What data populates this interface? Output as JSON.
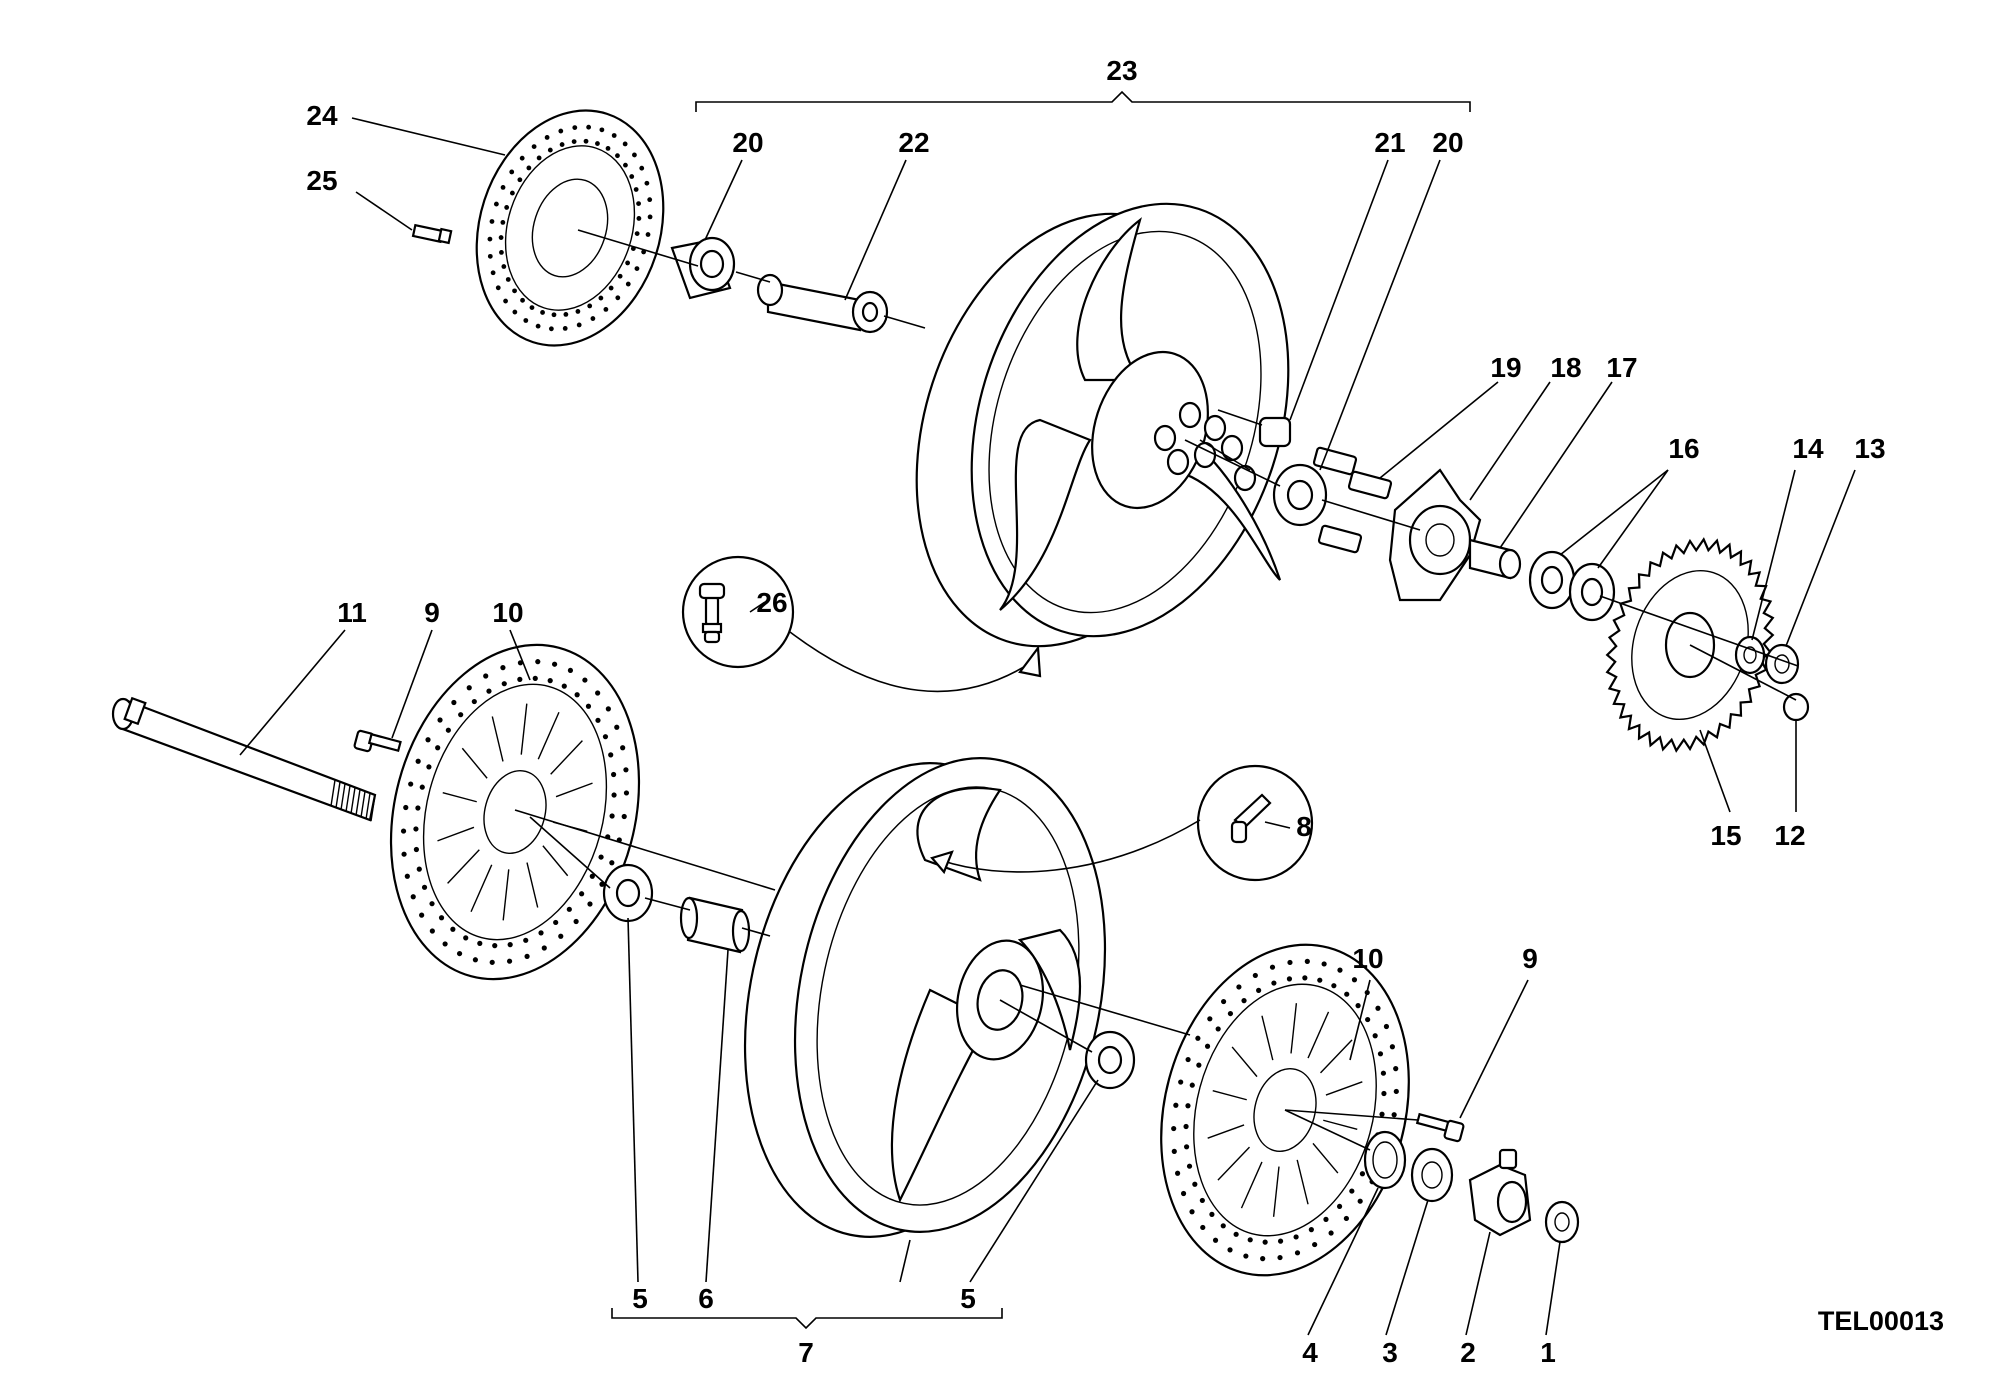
{
  "diagram": {
    "code": "TEL00013",
    "callouts": {
      "c1": "1",
      "c2": "2",
      "c3": "3",
      "c4": "4",
      "c5a": "5",
      "c5b": "5",
      "c6": "6",
      "c7": "7",
      "c8": "8",
      "c9a": "9",
      "c9b": "9",
      "c10a": "10",
      "c10b": "10",
      "c11": "11",
      "c12": "12",
      "c13": "13",
      "c14": "14",
      "c15": "15",
      "c16": "16",
      "c17": "17",
      "c18": "18",
      "c19": "19",
      "c20a": "20",
      "c20b": "20",
      "c21": "21",
      "c22": "22",
      "c23": "23",
      "c24": "24",
      "c25": "25",
      "c26": "26"
    }
  }
}
